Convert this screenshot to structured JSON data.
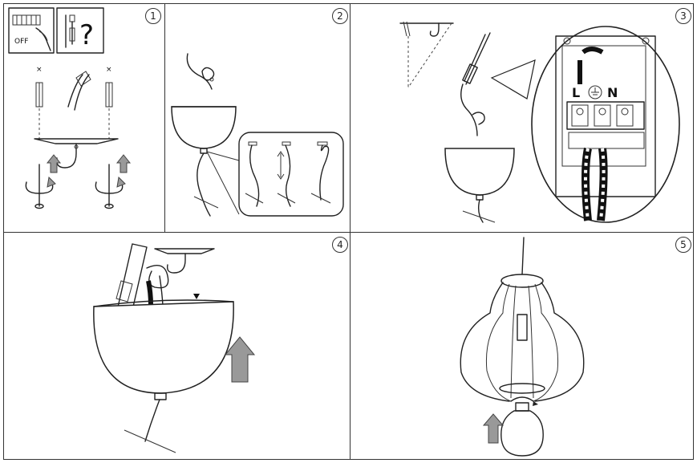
{
  "steps": [
    {
      "number": "1"
    },
    {
      "number": "2"
    },
    {
      "number": "3"
    },
    {
      "number": "4"
    },
    {
      "number": "5"
    }
  ],
  "step1": {
    "switch_label": "OFF",
    "question_mark": "?",
    "screw_marks": [
      "×",
      "×"
    ]
  },
  "step3": {
    "terminal_labels": {
      "live": "L",
      "neutral": "N"
    },
    "ground_icon": "earth-ground-icon"
  },
  "colors": {
    "line": "#222222",
    "arrow_fill": "#999999",
    "background": "#ffffff"
  }
}
